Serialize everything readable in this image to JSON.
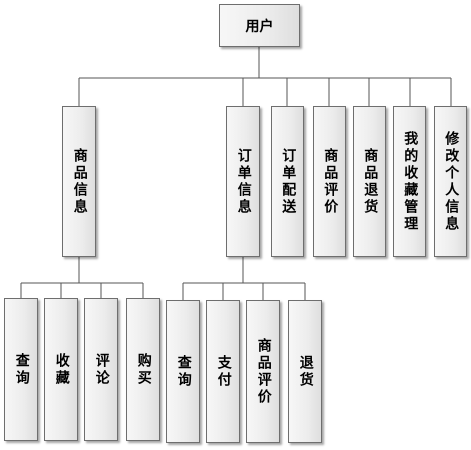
{
  "diagram": {
    "root": {
      "label": "用户"
    },
    "level1": [
      {
        "label": "商品信息"
      },
      {
        "label": "订单信息"
      },
      {
        "label": "订单配送"
      },
      {
        "label": "商品评价"
      },
      {
        "label": "商品退货"
      },
      {
        "label": "我的收藏管理"
      },
      {
        "label": "修改个人信息"
      }
    ],
    "product_children": [
      {
        "label": "查询"
      },
      {
        "label": "收藏"
      },
      {
        "label": "评论"
      },
      {
        "label": "购买"
      }
    ],
    "order_children": [
      {
        "label": "查询"
      },
      {
        "label": "支付"
      },
      {
        "label": "商品评价"
      },
      {
        "label": "退货"
      }
    ]
  }
}
